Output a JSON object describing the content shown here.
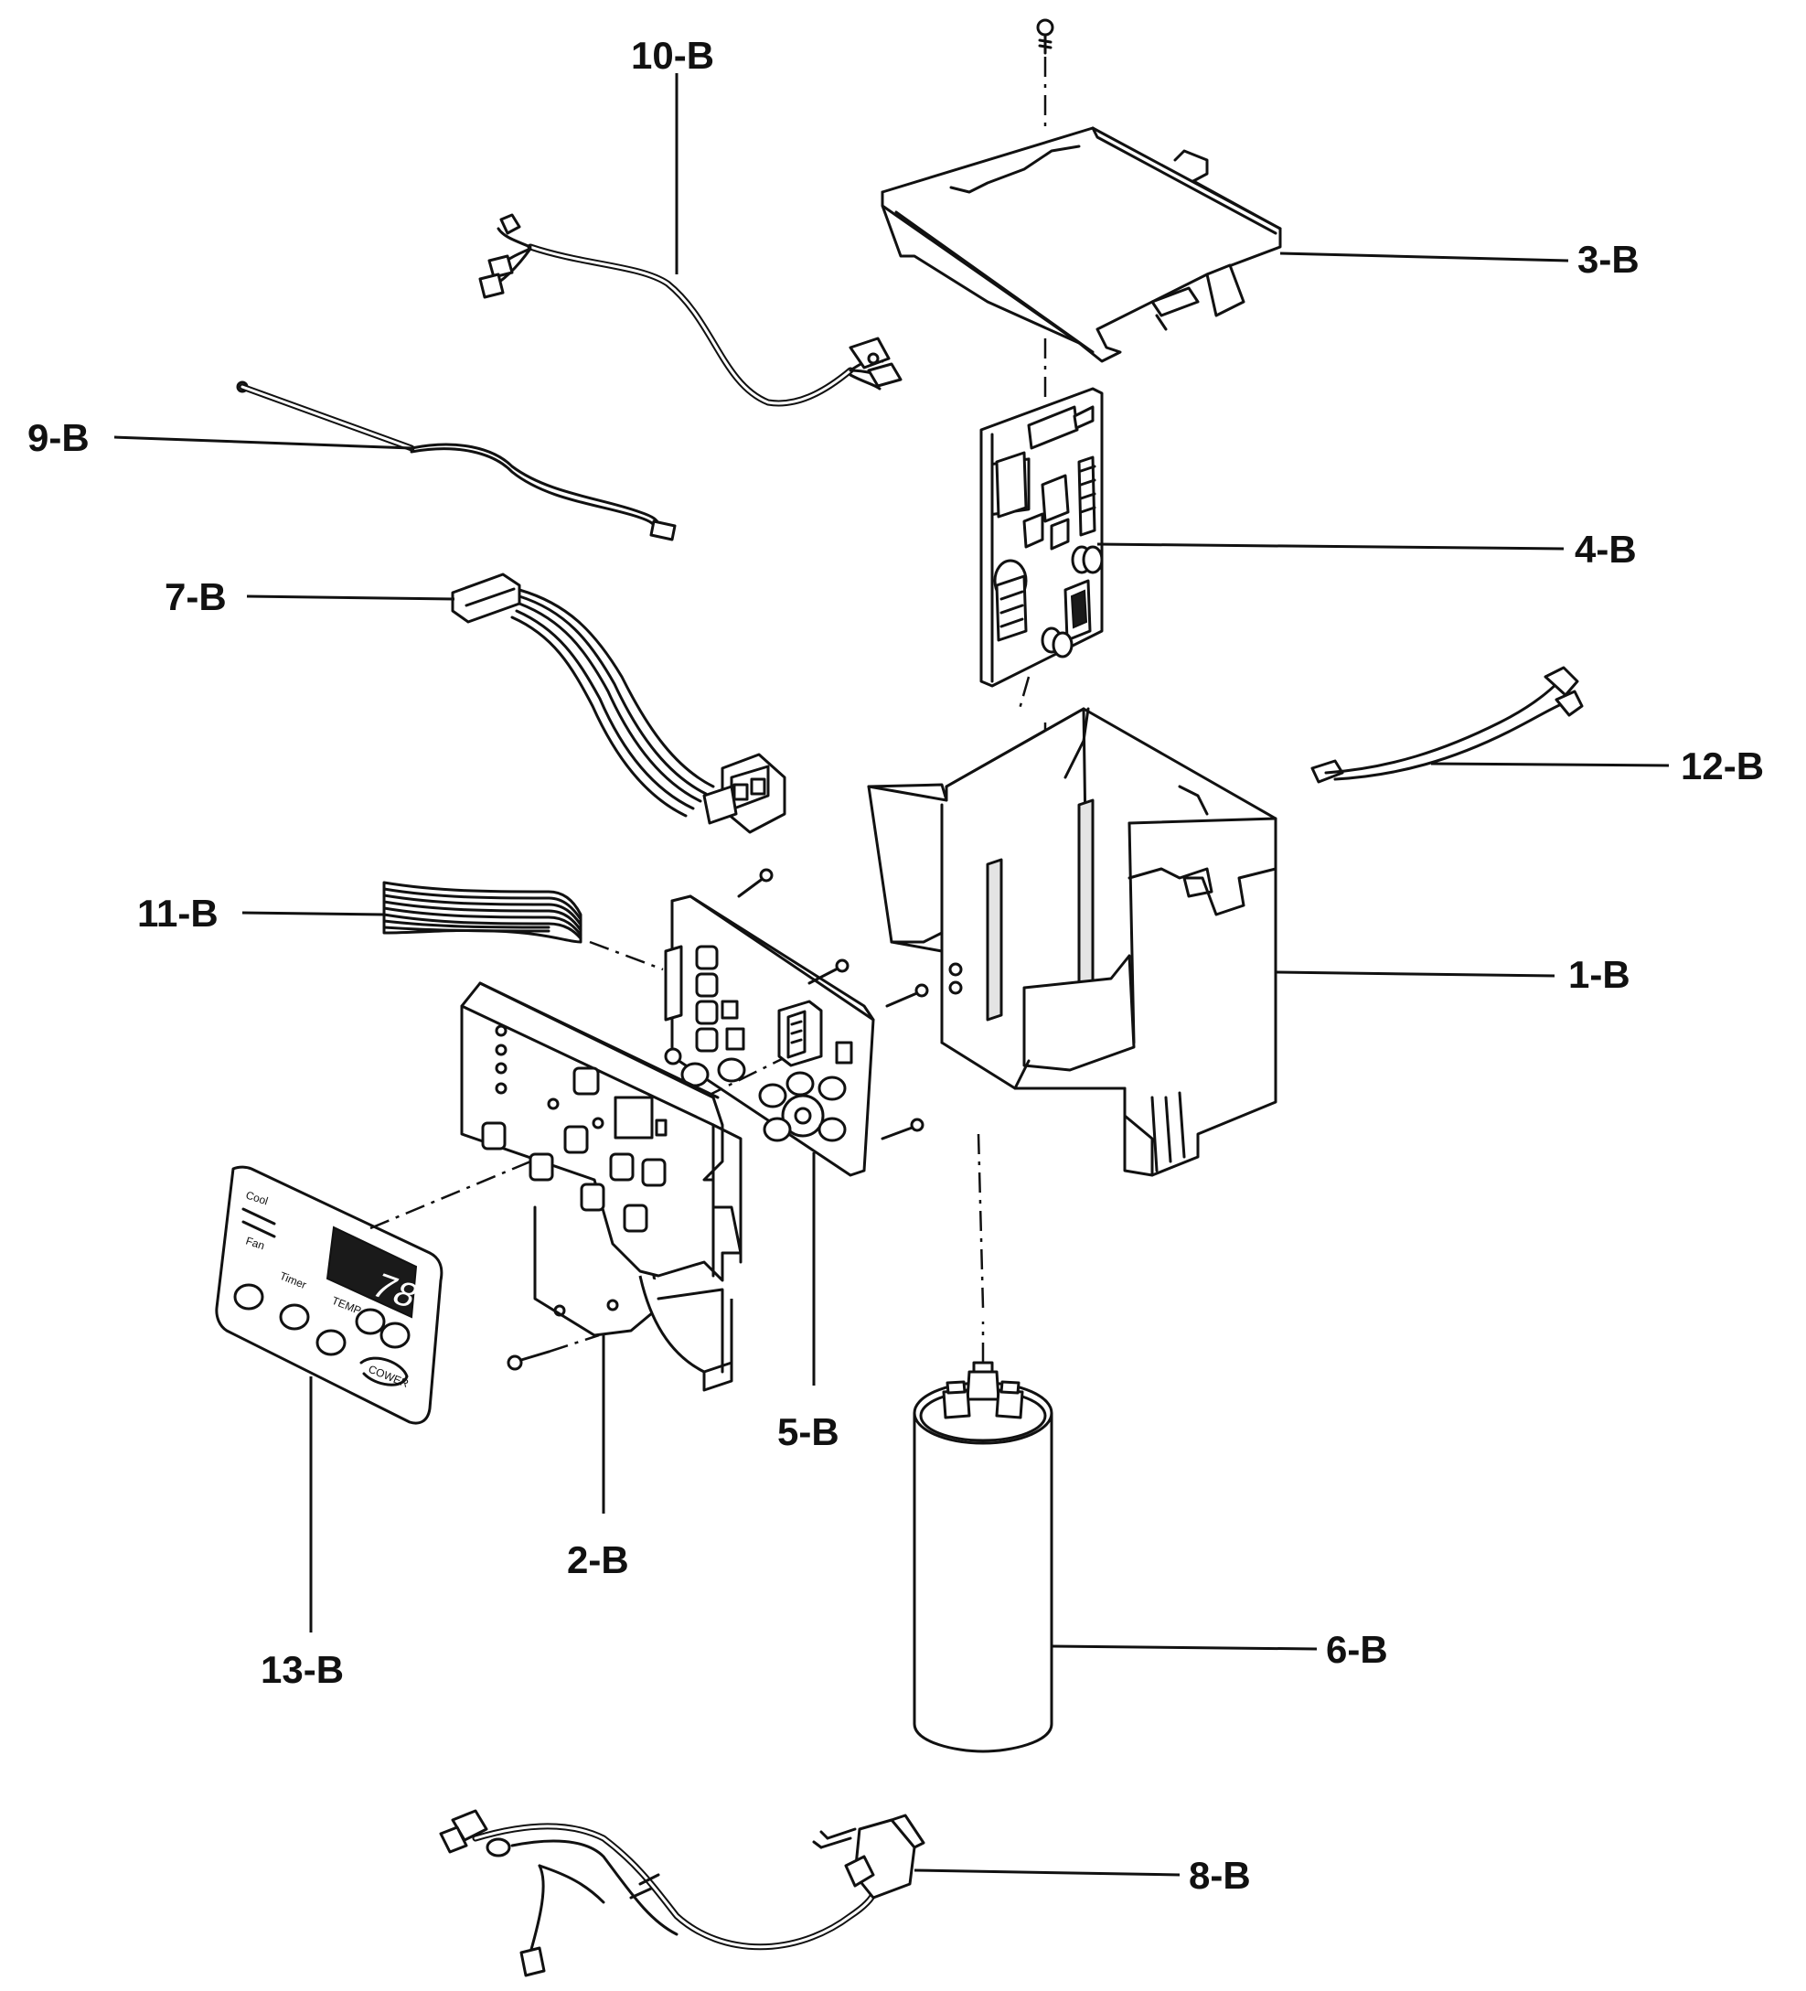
{
  "callouts": {
    "p1": "1-B",
    "p2": "2-B",
    "p3": "3-B",
    "p4": "4-B",
    "p5": "5-B",
    "p6": "6-B",
    "p7": "7-B",
    "p8": "8-B",
    "p9": "9-B",
    "p10": "10-B",
    "p11": "11-B",
    "p12": "12-B",
    "p13": "13-B"
  },
  "overlay": {
    "display_value": "78",
    "label_cool": "Cool",
    "label_temp": "TEMP",
    "label_timer": "Timer",
    "label_fan": "Fan",
    "brand": "COWER"
  }
}
